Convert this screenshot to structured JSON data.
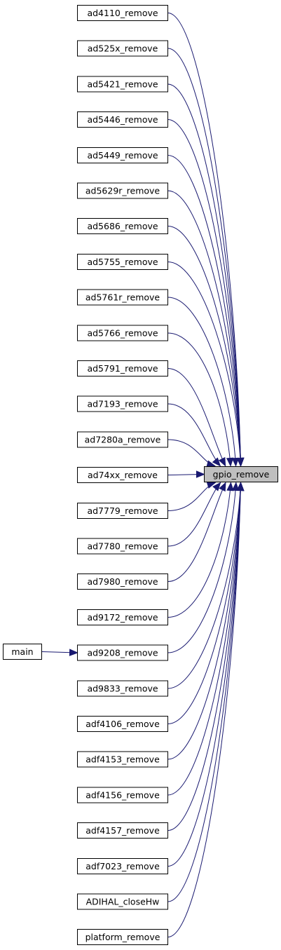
{
  "graph": {
    "target": "gpio_remove",
    "callers": [
      "ad4110_remove",
      "ad525x_remove",
      "ad5421_remove",
      "ad5446_remove",
      "ad5449_remove",
      "ad5629r_remove",
      "ad5686_remove",
      "ad5755_remove",
      "ad5761r_remove",
      "ad5766_remove",
      "ad5791_remove",
      "ad7193_remove",
      "ad7280a_remove",
      "ad74xx_remove",
      "ad7779_remove",
      "ad7780_remove",
      "ad7980_remove",
      "ad9172_remove",
      "ad9208_remove",
      "ad9833_remove",
      "adf4106_remove",
      "adf4153_remove",
      "adf4156_remove",
      "adf4157_remove",
      "adf7023_remove",
      "ADIHAL_closeHw",
      "platform_remove"
    ],
    "secondary_caller": "main",
    "secondary_callee": "ad9208_remove",
    "colors": {
      "edge": "#191970",
      "target_fill": "#bfbfbf",
      "node_fill": "#ffffff",
      "border": "#000000"
    }
  }
}
